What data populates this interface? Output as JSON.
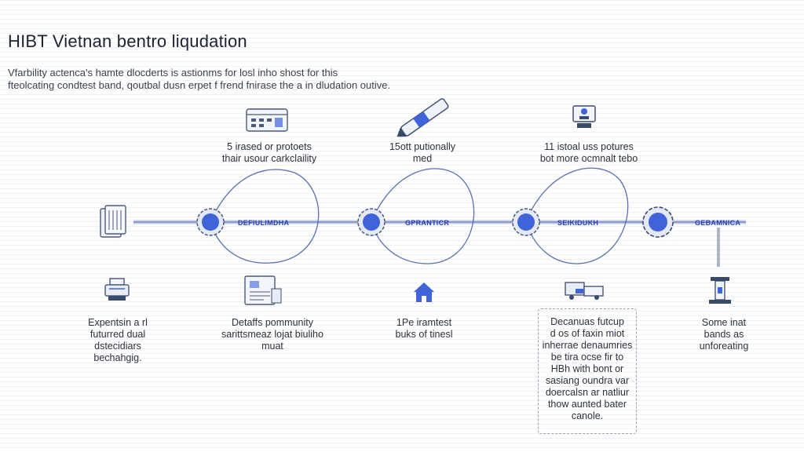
{
  "header": {
    "title": "HIBT Vietnan bentro liqudation",
    "subtitle_lines": [
      "Vfarbility actenca's hamte dlocderts is astionms for losl inho shost for this",
      "fteolcating condtest band, qoutbal dusn erpet f frend fnirase the a in dludation outive."
    ]
  },
  "top_items": [
    {
      "icon": "calendar-dashboard-icon",
      "lines": [
        "5 irased or protoets",
        "thair usour carkclaility"
      ]
    },
    {
      "icon": "pen-tool-icon",
      "lines": [
        "15ott putionally",
        "med"
      ]
    },
    {
      "icon": "person-monitor-icon",
      "lines": [
        "11 istoal uss potures",
        "bot more ocmnalt tebo"
      ]
    }
  ],
  "nodes": [
    {
      "label": "DEFIULIMDHA"
    },
    {
      "label": "GPRANTICR"
    },
    {
      "label": "SEIKIDUKH"
    },
    {
      "label": "GEBAMNICA"
    }
  ],
  "bottom_items": [
    {
      "icon": "printer-icon",
      "lines": [
        "Expentsin a rl",
        "futurred dual",
        "dstecidiars",
        "bechahgig."
      ]
    },
    {
      "icon": "document-chart-icon",
      "lines": [
        "Detaffs pommunity",
        "sarittsmeaz lojat biuliho",
        "muat"
      ]
    },
    {
      "icon": "home-icon",
      "lines": [
        "1Pe iramtest",
        "buks of tinesl"
      ]
    },
    {
      "icon": "truck-icon",
      "lines": [
        "Decanuas futcup",
        "d os of faxin miot",
        "inherrae denaumries",
        "be tira ocse fir to",
        "HBh with bont or",
        "sasiang oundra var",
        "doercalsn ar natliur",
        "thow aunted bater",
        "canole."
      ]
    },
    {
      "icon": "pillar-icon",
      "lines": [
        "Some inat",
        "bands as",
        "unforeating"
      ]
    }
  ],
  "colors": {
    "accent": "#3f63d9",
    "line": "#7a8fc7",
    "icon": "#4a5a78"
  }
}
